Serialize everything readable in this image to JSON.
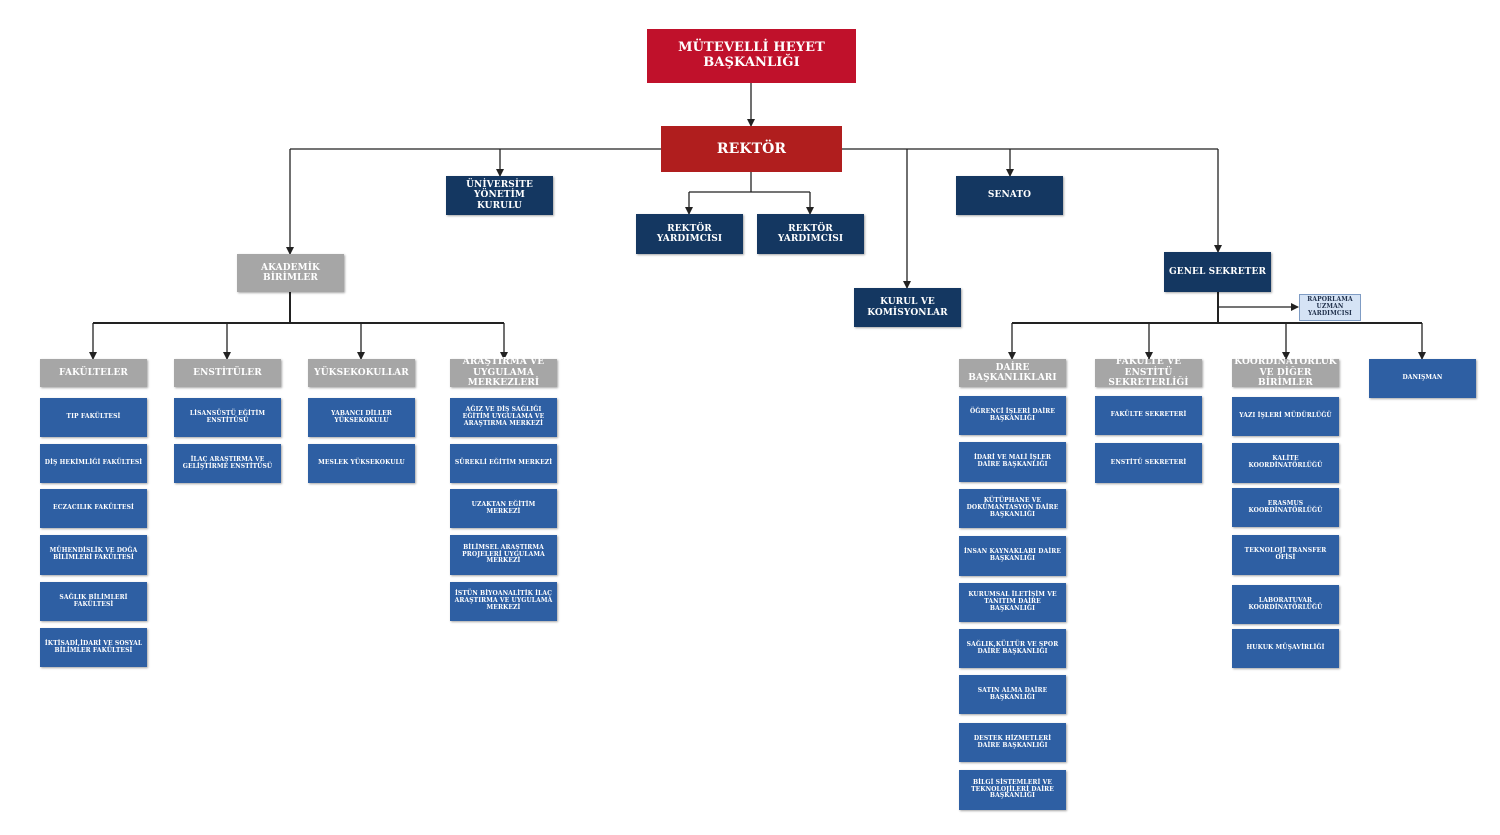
{
  "board": "MÜTEVELLİ HEYET BAŞKANLIĞI",
  "rector": "REKTÖR",
  "management_board": "ÜNİVERSİTE YÖNETİM KURULU",
  "vice_rector_1": "REKTÖR YARDIMCISI",
  "vice_rector_2": "REKTÖR YARDIMCISI",
  "senate": "SENATO",
  "boards_commissions": "KURUL VE KOMİSYONLAR",
  "academic_units": "AKADEMİK BİRİMLER",
  "secretary_general": "GENEL SEKRETER",
  "reporting_expert": "RAPORLAMA UZMAN YARDIMCISI",
  "advisor": "DANIŞMAN",
  "faculties": {
    "header": "FAKÜLTELER",
    "items": [
      "TIP FAKÜLTESİ",
      "DİŞ HEKİMLİĞİ FAKÜLTESİ",
      "ECZACILIK FAKÜLTESİ",
      "MÜHENDİSLİK VE DOĞA BİLİMLERİ FAKÜLTESİ",
      "SAĞLIK BİLİMLERİ FAKÜLTESİ",
      "İKTİSADİ,İDARİ VE SOSYAL BİLİMLER FAKÜLTESİ"
    ]
  },
  "institutes": {
    "header": "ENSTİTÜLER",
    "items": [
      "LİSANSÜSTÜ EĞİTİM ENSTİTÜSÜ",
      "İLAÇ ARAŞTIRMA VE GELİŞTİRME ENSTİTÜSÜ"
    ]
  },
  "schools": {
    "header": "YÜKSEKOKULLAR",
    "items": [
      "YABANCI DİLLER YÜKSEKOKULU",
      "MESLEK YÜKSEKOKULU"
    ]
  },
  "research_centers": {
    "header": "ARAŞTIRMA VE UYGULAMA MERKEZLERİ",
    "items": [
      "AĞIZ VE DİŞ SAĞLIĞI EĞİTİM UYGULAMA VE ARAŞTIRMA MERKEZİ",
      "SÜREKLİ EĞİTİM MERKEZİ",
      "UZAKTAN EĞİTİM MERKEZİ",
      "BİLİMSEL ARAŞTIRMA PROJELERİ UYGULAMA MERKEZİ",
      "İSTÜN BİYOANALİTİK İLAÇ ARAŞTIRMA VE UYGULAMA MERKEZİ"
    ]
  },
  "departments": {
    "header": "DAİRE BAŞKANLIKLARI",
    "items": [
      "ÖĞRENCİ İŞLERİ DAİRE BAŞKANLIĞI",
      "İDARİ VE MALİ İŞLER DAİRE BAŞKANLIĞI",
      "KÜTÜPHANE VE DOKÜMANTASYON DAİRE BAŞKANLIĞI",
      "İNSAN KAYNAKLARI DAİRE BAŞKANLIĞI",
      "KURUMSAL İLETİŞİM VE TANITIM DAİRE BAŞKANLIĞI",
      "SAĞLIK,KÜLTÜR VE SPOR DAİRE BAŞKANLIĞI",
      "SATIN ALMA DAİRE BAŞKANLIĞI",
      "DESTEK HİZMETLERİ DAİRE BAŞKANLIĞI",
      "BİLGİ SİSTEMLERİ VE TEKNOLOJİLERİ DAİRE BAŞKANLIĞI"
    ]
  },
  "faculty_secretariats": {
    "header": "FAKÜLTE VE ENSTİTÜ SEKRETERLİĞİ",
    "items": [
      "FAKÜLTE SEKRETERİ",
      "ENSTİTÜ SEKRETERİ"
    ]
  },
  "coordinators": {
    "header": "KOORDİNATÖRLÜK VE DİĞER BİRİMLER",
    "items": [
      "YAZI İŞLERİ MÜDÜRLÜĞÜ",
      "KALİTE KOORDİNATÖRLÜĞÜ",
      "ERASMUS KOORDİNATÖRLÜĞÜ",
      "TEKNOLOJİ TRANSFER OFİSİ",
      "LABORATUVAR KOORDİNATÖRLÜĞÜ",
      "HUKUK MÜŞAVİRLİĞİ"
    ]
  },
  "colors": {
    "board": "#c0112b",
    "rector": "#b01e1e",
    "navy": "#143761",
    "gray": "#a6a6a6",
    "blue": "#2e5fa3",
    "light": "#d5e3f5"
  }
}
